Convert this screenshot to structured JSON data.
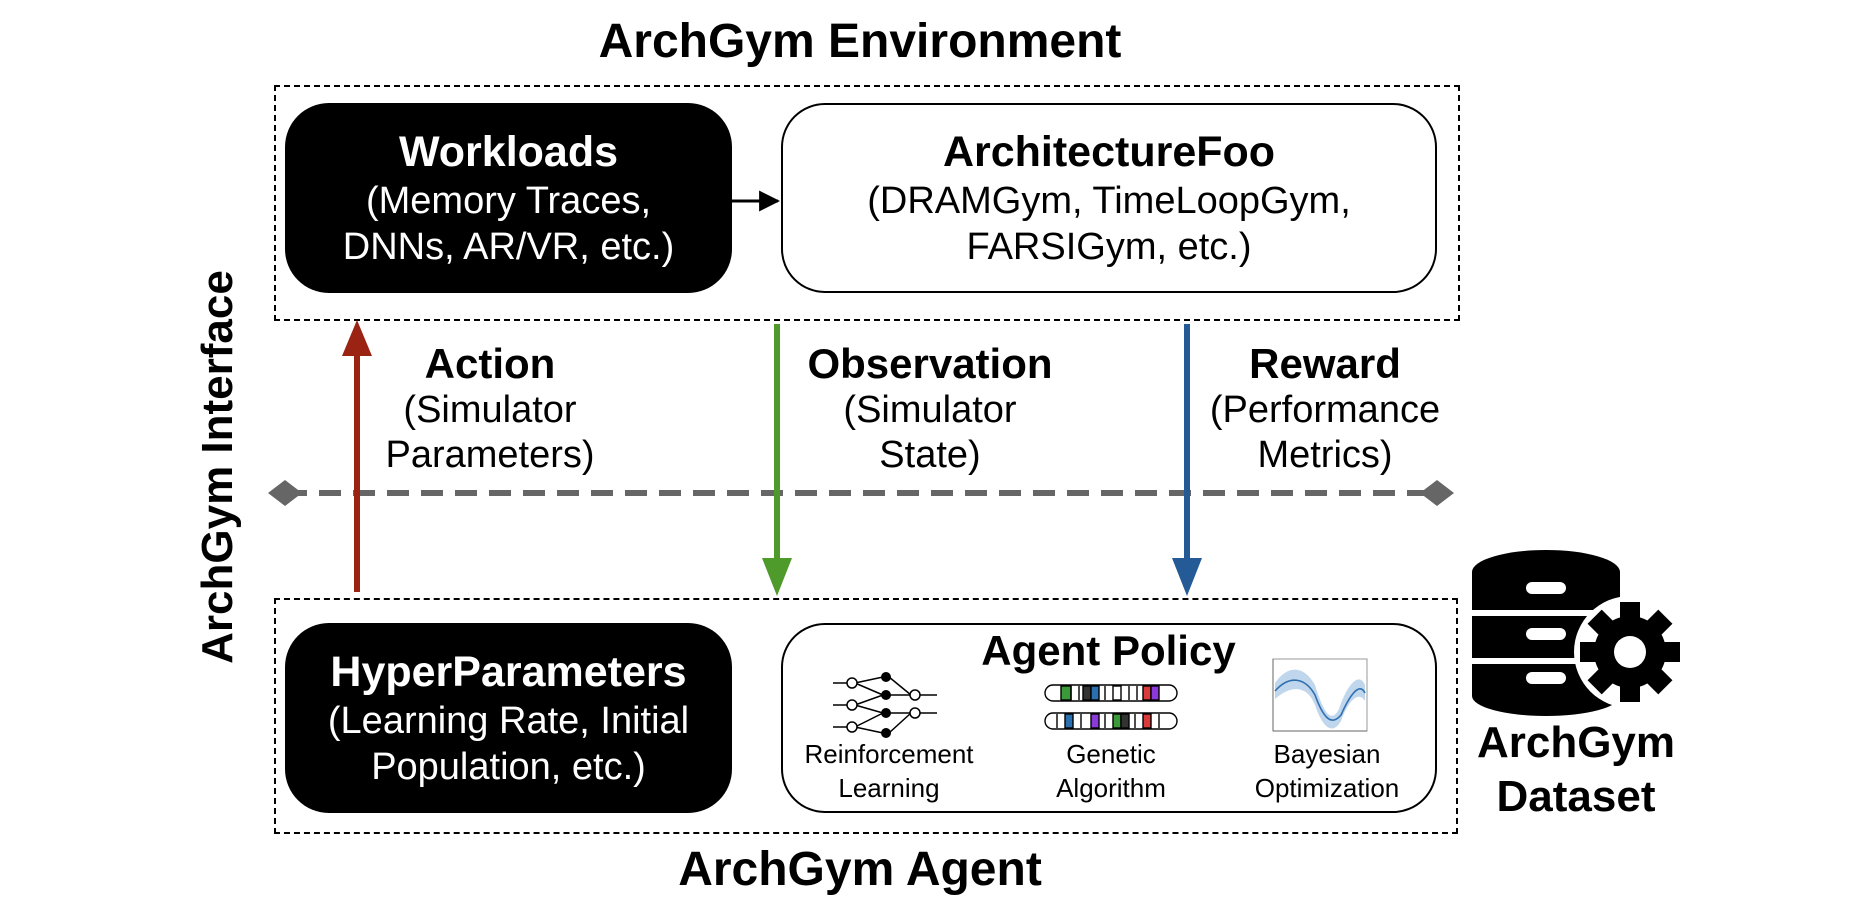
{
  "environment": {
    "title": "ArchGym Environment",
    "workloads": {
      "title": "Workloads",
      "subtitle": [
        "(Memory Traces,",
        "DNNs, AR/VR, etc.)"
      ]
    },
    "architecture": {
      "title": "ArchitectureFoo",
      "subtitle": [
        "(DRAMGym, TimeLoopGym,",
        "FARSIGym, etc.)"
      ]
    }
  },
  "interface": {
    "label": "ArchGym Interface",
    "action": {
      "title": "Action",
      "subtitle": [
        "(Simulator",
        "Parameters)"
      ],
      "color": "#9b2314"
    },
    "observation": {
      "title": "Observation",
      "subtitle": [
        "(Simulator",
        "State)"
      ],
      "color": "#4e9a2a"
    },
    "reward": {
      "title": "Reward",
      "subtitle": [
        "(Performance",
        "Metrics)"
      ],
      "color": "#245a95"
    }
  },
  "agent": {
    "title": "ArchGym Agent",
    "hyperparameters": {
      "title": "HyperParameters",
      "subtitle": [
        "(Learning Rate, Initial",
        "Population, etc.)"
      ]
    },
    "policy": {
      "title": "Agent Policy",
      "methods": [
        {
          "label": [
            "Reinforcement",
            "Learning"
          ],
          "icon": "neural-network-icon"
        },
        {
          "label": [
            "Genetic",
            "Algorithm"
          ],
          "icon": "chromosome-icon"
        },
        {
          "label": [
            "Bayesian",
            "Optimization"
          ],
          "icon": "gaussian-process-plot-icon"
        }
      ]
    }
  },
  "dataset": {
    "label": [
      "ArchGym",
      "Dataset"
    ],
    "icon": "database-gear-icon"
  }
}
